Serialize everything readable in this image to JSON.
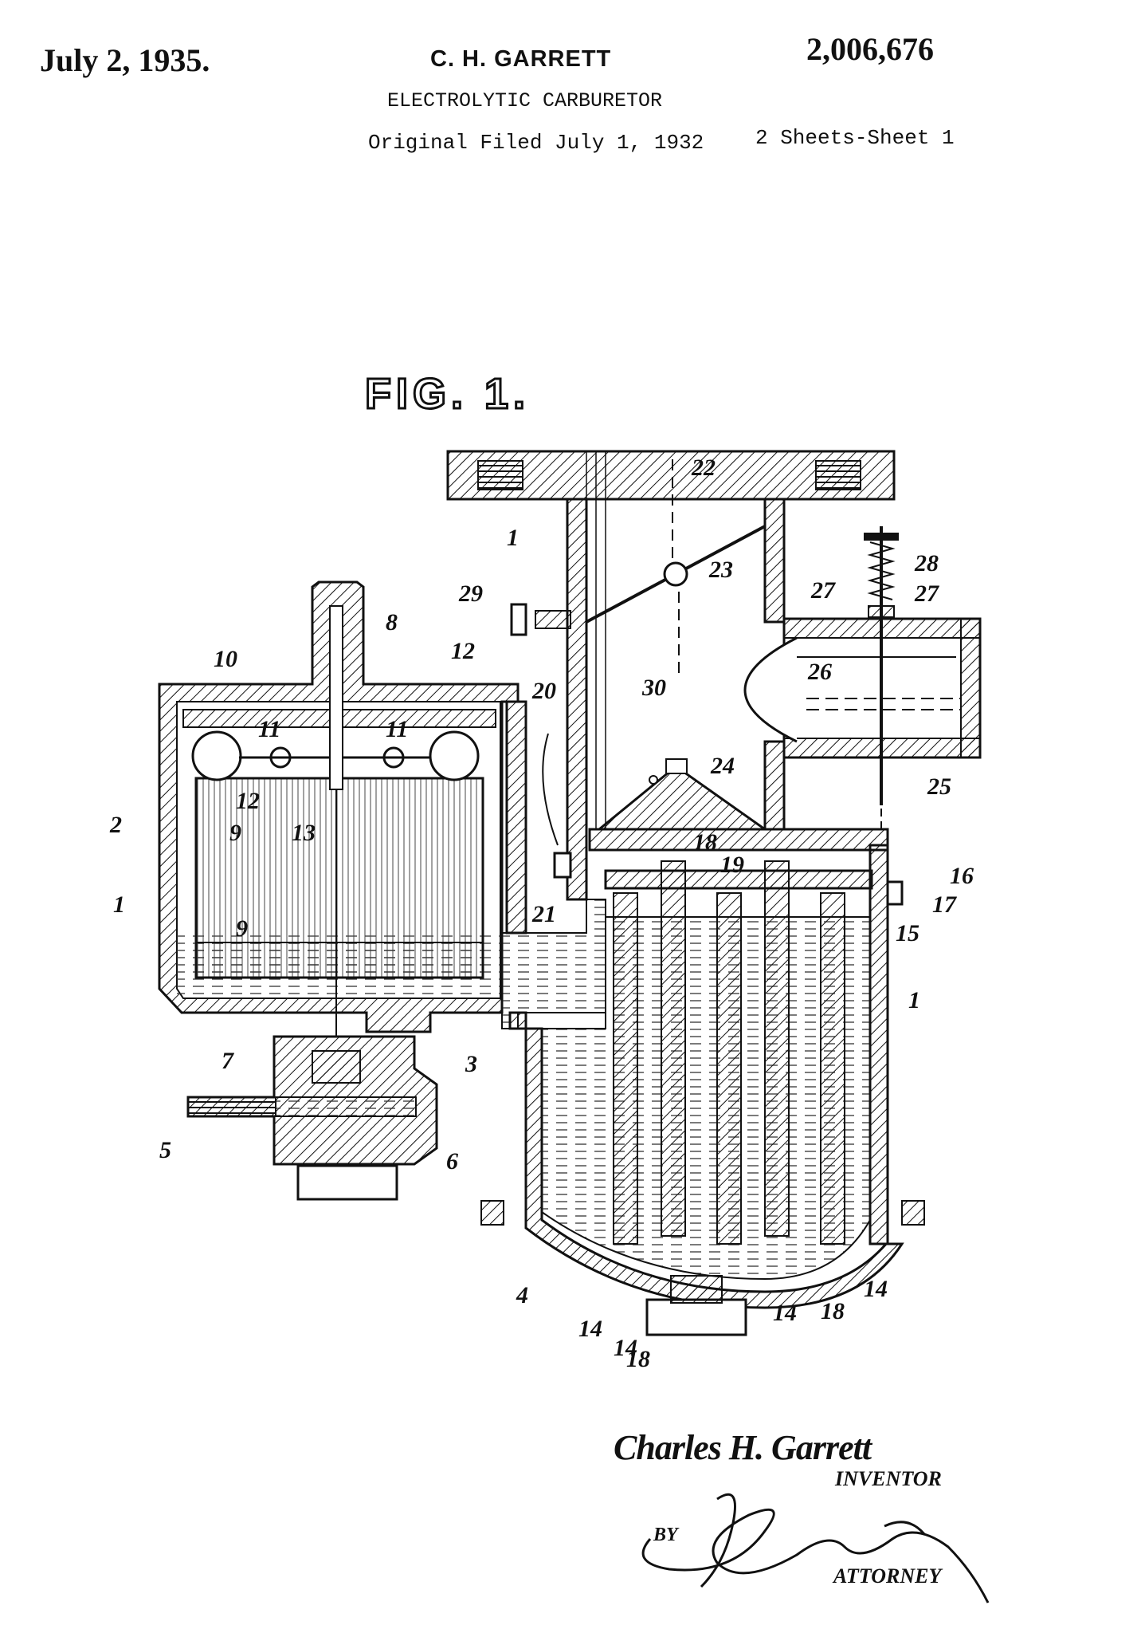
{
  "header": {
    "date": "July 2, 1935.",
    "inventor": "C. H. GARRETT",
    "patent_number": "2,006,676",
    "title": "ELECTROLYTIC CARBURETOR",
    "filed": "Original Filed July 1, 1932",
    "sheets": "2 Sheets-Sheet 1"
  },
  "figure": {
    "label": "FIG. 1.",
    "reference_numerals": [
      "1",
      "2",
      "3",
      "4",
      "5",
      "6",
      "7",
      "8",
      "9",
      "9",
      "10",
      "11",
      "11",
      "12",
      "12",
      "13",
      "14",
      "14",
      "14",
      "14",
      "15",
      "16",
      "17",
      "18",
      "18",
      "18",
      "19",
      "20",
      "21",
      "22",
      "23",
      "24",
      "25",
      "26",
      "27",
      "27",
      "28",
      "29",
      "30",
      "1",
      "1"
    ]
  },
  "signature": {
    "inventor_signature": "Charles H. Garrett",
    "inventor_caption": "INVENTOR",
    "by": "BY",
    "attorney_caption": "ATTORNEY"
  }
}
